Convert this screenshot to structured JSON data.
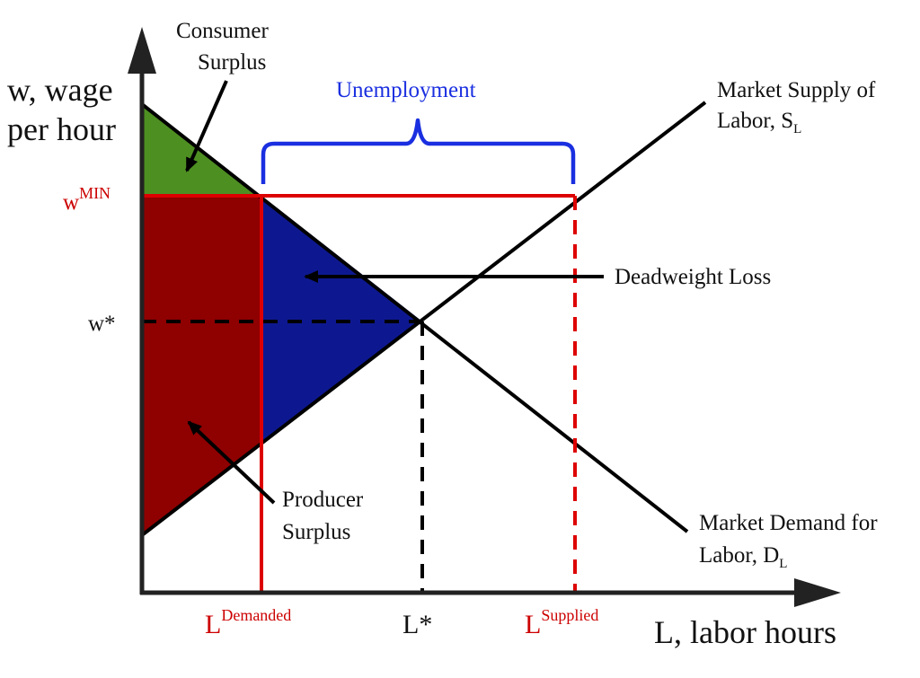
{
  "colors": {
    "axis": "#222222",
    "line": "#000000",
    "consumer_surplus": "#4e8f22",
    "producer_surplus": "#8f0000",
    "deadweight_loss": "#0d1890",
    "min_wage": "#dd0000",
    "unemployment": "#1a2fe0"
  },
  "axes": {
    "y_label_line1": "w, wage",
    "y_label_line2": "per hour",
    "x_label": "L, labor hours"
  },
  "levels": {
    "wmin_base": "w",
    "wmin_sup": "MIN",
    "wstar": "w*"
  },
  "quantities": {
    "ld_base": "L",
    "ld_sup": "Demanded",
    "lstar": "L*",
    "ls_base": "L",
    "ls_sup": "Supplied"
  },
  "annotations": {
    "unemployment": "Unemployment",
    "consumer_surplus_line1": "Consumer",
    "consumer_surplus_line2": "Surplus",
    "producer_surplus_line1": "Producer",
    "producer_surplus_line2": "Surplus",
    "deadweight_loss": "Deadweight Loss"
  },
  "curves": {
    "supply_line1": "Market Supply of",
    "supply_line2_base": "Labor, S",
    "supply_line2_sub": "L",
    "demand_line1": "Market Demand for",
    "demand_line2_base": "Labor, D",
    "demand_line2_sub": "L"
  }
}
